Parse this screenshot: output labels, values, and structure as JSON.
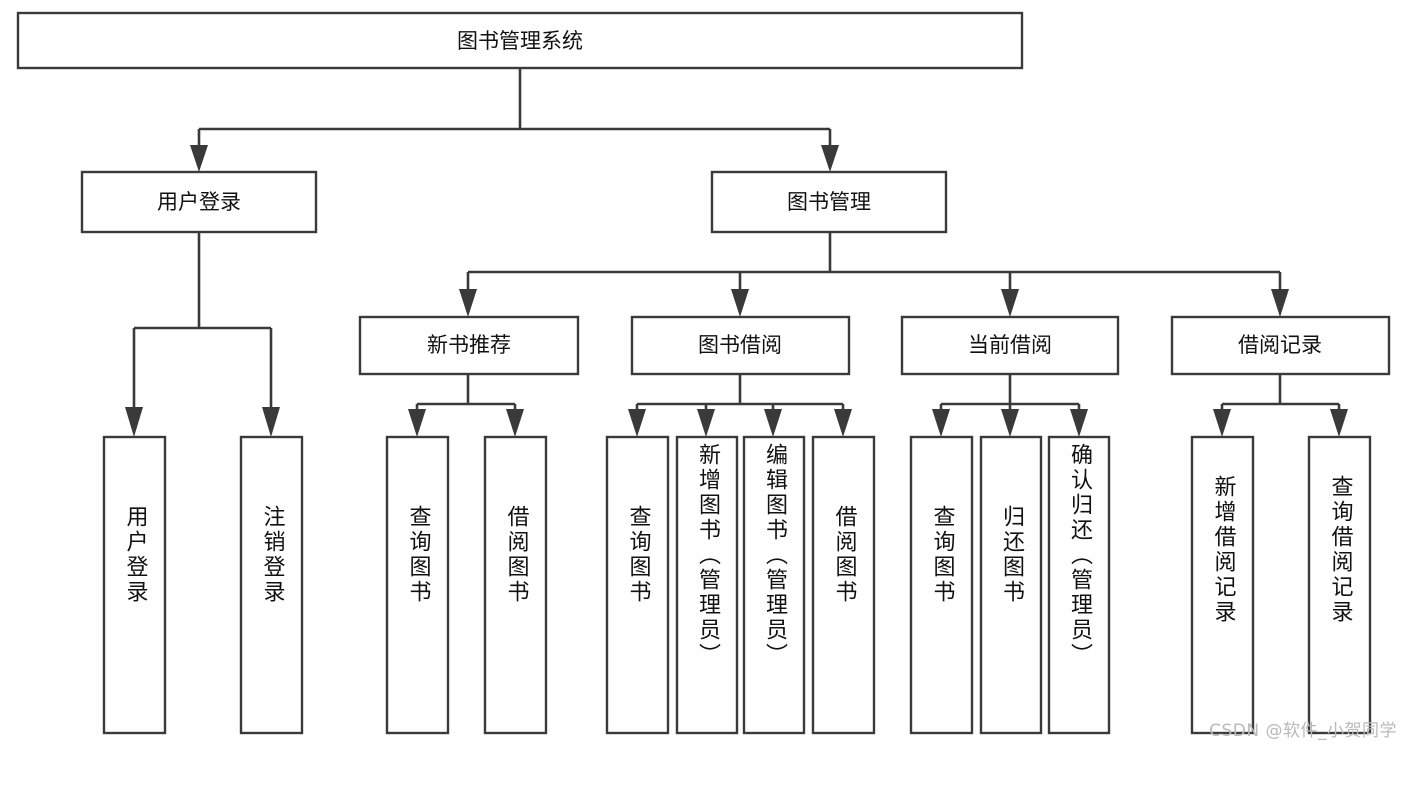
{
  "diagram": {
    "type": "tree-hierarchy-chart",
    "title": "图书管理系统",
    "orientation": "top-down",
    "colors": {
      "box_fill": "#ffffff",
      "box_stroke": "#3a3a3a",
      "text": "#111111",
      "background": "#ffffff",
      "watermark": "#b9b9b9"
    },
    "root": {
      "label": "图书管理系统"
    },
    "level1": [
      {
        "label": "用户登录"
      },
      {
        "label": "图书管理"
      }
    ],
    "level2": [
      {
        "label": "新书推荐"
      },
      {
        "label": "图书借阅"
      },
      {
        "label": "当前借阅"
      },
      {
        "label": "借阅记录"
      }
    ],
    "leaves": {
      "user_login": [
        {
          "label": "用户登录"
        },
        {
          "label": "注销登录"
        }
      ],
      "new_book_recommend": [
        {
          "label": "查询图书"
        },
        {
          "label": "借阅图书"
        }
      ],
      "book_borrow": [
        {
          "label": "查询图书"
        },
        {
          "label": "新增图书（管理员）"
        },
        {
          "label": "编辑图书（管理员）"
        },
        {
          "label": "借阅图书"
        }
      ],
      "current_borrow": [
        {
          "label": "查询图书"
        },
        {
          "label": "归还图书"
        },
        {
          "label": "确认归还（管理员）"
        }
      ],
      "borrow_record": [
        {
          "label": "新增借阅记录"
        },
        {
          "label": "查询借阅记录"
        }
      ]
    }
  },
  "watermark": {
    "text": "CSDN @软件_小贺同学"
  }
}
